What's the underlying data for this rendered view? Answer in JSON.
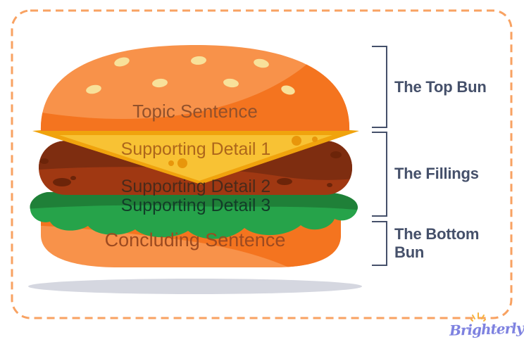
{
  "palette": {
    "background": "#FFFFFF",
    "border_dash": "#F8A262",
    "bracket": "#45506A",
    "annotation_text": "#45506A",
    "bun_light": "#F8924A",
    "bun_dark": "#F4741F",
    "sesame_seed": "#F8E19A",
    "cheese": "#F0A30D",
    "cheese_light": "#F8C234",
    "cheese_hole": "#E8960B",
    "patty": "#A03812",
    "patty_dark": "#7E2D10",
    "patty_spot": "#6C2409",
    "lettuce": "#26A34A",
    "lettuce_dark": "#1F8038",
    "shadow": "#D5D7E0",
    "logo_text": "#7E82E0",
    "logo_spark": "#F6B33C"
  },
  "burger_labels": {
    "topic": {
      "text": "Topic Sentence",
      "color": "#92512B"
    },
    "detail1": {
      "text": "Supporting Detail 1",
      "color": "#AD661B"
    },
    "detail2": {
      "text": "Supporting Detail 2",
      "color": "#4A2A1A"
    },
    "detail3": {
      "text": "Supporting Detail 3",
      "color": "#123C28"
    },
    "concluding": {
      "text": "Concluding Sentence",
      "color": "#9C4A20"
    }
  },
  "annotations": {
    "top_bun": "The Top Bun",
    "fillings": "The Fillings",
    "bottom_bun": "The Bottom Bun"
  },
  "logo": {
    "text": "Brighterly"
  }
}
